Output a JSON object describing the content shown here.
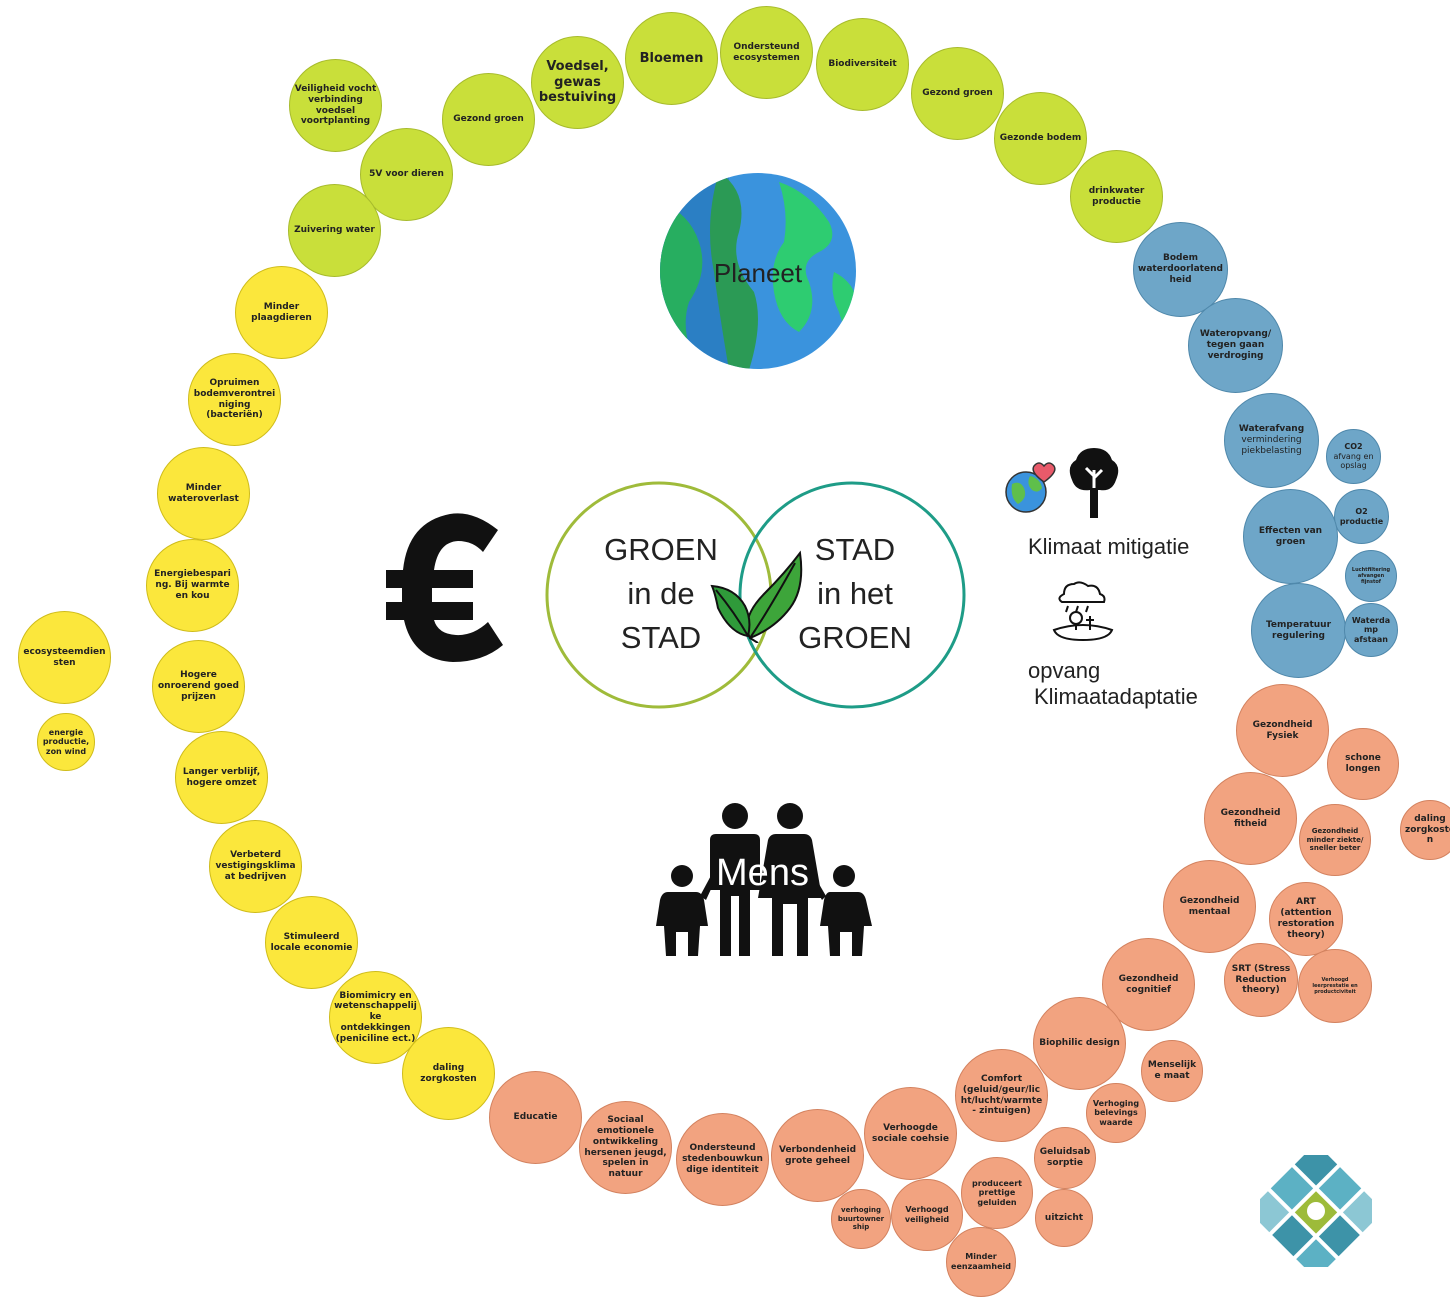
{
  "center": {
    "left_circle_lines": [
      "GROEN",
      "in de",
      "STAD"
    ],
    "right_circle_lines": [
      "STAD",
      "in het",
      "GROEN"
    ],
    "planet_label": "Planeet",
    "people_label": "Mens"
  },
  "right_labels": {
    "mitigation": "Klimaat mitigatie",
    "adaptation_line1": "opvang",
    "adaptation_line2": "Klimaatadaptatie"
  },
  "colors": {
    "green": "#c9df3a",
    "yellow": "#fbe73c",
    "blue": "#6ea6c8",
    "orange": "#f2a380",
    "venn_left": "#9fbb3a",
    "venn_right": "#1e9c87"
  },
  "bubbles": {
    "g_veiligheid": "Veiligheid vocht verbinding voedsel voortplanting",
    "g_gezondgroen1": "Gezond groen",
    "g_voedsel": "Voedsel, gewas bestuiving",
    "g_bloemen": "Bloemen",
    "g_ondersteund": "Ondersteund ecosystemen",
    "g_biodiversiteit": "Biodiversiteit",
    "g_gezondgroen2": "Gezond groen",
    "g_gezondebodem": "Gezonde bodem",
    "g_drinkwater": "drinkwater productie",
    "g_5v": "5V voor dieren",
    "g_zuivering": "Zuivering water",
    "b_bodem": "Bodem waterdoorlatendheid",
    "b_wateropvang": "Wateropvang/ tegen gaan verdroging",
    "b_waterafvang_title": "Waterafvang",
    "b_waterafvang_sub": "vermindering piekbelasting",
    "b_co2_title": "CO2",
    "b_co2_sub": "afvang en opslag",
    "b_o2": "O2 productie",
    "b_effecten": "Effecten van groen",
    "b_lucht": "Luchtfiltering afvangen fijnstof",
    "b_temperatuur": "Temperatuur regulering",
    "b_waterdamp": "Waterdamp afstaan",
    "y_minderplaag": "Minder plaagdieren",
    "y_opruimen": "Opruimen bodemverontreiniging (bacteriën)",
    "y_minderwater": "Minder wateroverlast",
    "y_energie": "Energiebesparing. Bij warmte en kou",
    "y_hogere": "Hogere onroerend goed prijzen",
    "y_langer": "Langer verblijf, hogere omzet",
    "y_verbeterd": "Verbeterd vestigingsklimaat bedrijven",
    "y_stimuleerd": "Stimuleerd locale economie",
    "y_biomimicry": "Biomimicry en wetenschappelijke ontdekkingen (peniciline ect.)",
    "y_daling": "daling zorgkosten",
    "y_ecosysteem": "ecosysteemdiensten",
    "y_energieprod": "energie productie, zon wind",
    "o_gezfysiek": "Gezondheid Fysiek",
    "o_schone": "schone longen",
    "o_gezfitheid": "Gezondheid fitheid",
    "o_gezminder": "Gezondheid minder ziekte/ sneller beter",
    "o_dalingzorg": "daling zorgkosten",
    "o_gezmentaal": "Gezondheid mentaal",
    "o_art": "ART (attention restoration theory)",
    "o_gezcognitief": "Gezondheid cognitief",
    "o_srt": "SRT (Stress Reduction theory)",
    "o_verhoogd_leer": "Verhoogd leerprestatie en productciviteit",
    "o_biophilic": "Biophilic design",
    "o_menselijk": "Menselijke maat",
    "o_comfort": "Comfort (geluid/geur/licht/lucht/warmte - zintuigen)",
    "o_belevings": "Verhoging belevings waarde",
    "o_geluidsabs": "Geluidsabsorptie",
    "o_produceer": "produceert prettige geluiden",
    "o_uitzicht": "uitzicht",
    "o_verhoogde_sociale": "Verhoogde sociale coehsie",
    "o_verhoogd_veilig": "Verhoogd veiligheid",
    "o_minder_eenzaam": "Minder eenzaamheid",
    "o_verhoging_buurt": "verhoging buurtownership",
    "o_verbonden": "Verbondenheid grote geheel",
    "o_ondersteund_stad": "Ondersteund stedenbouwkundige identiteit",
    "o_sociaal": "Sociaal emotionele ontwikkeling hersenen jeugd, spelen in natuur",
    "o_educatie": "Educatie"
  }
}
